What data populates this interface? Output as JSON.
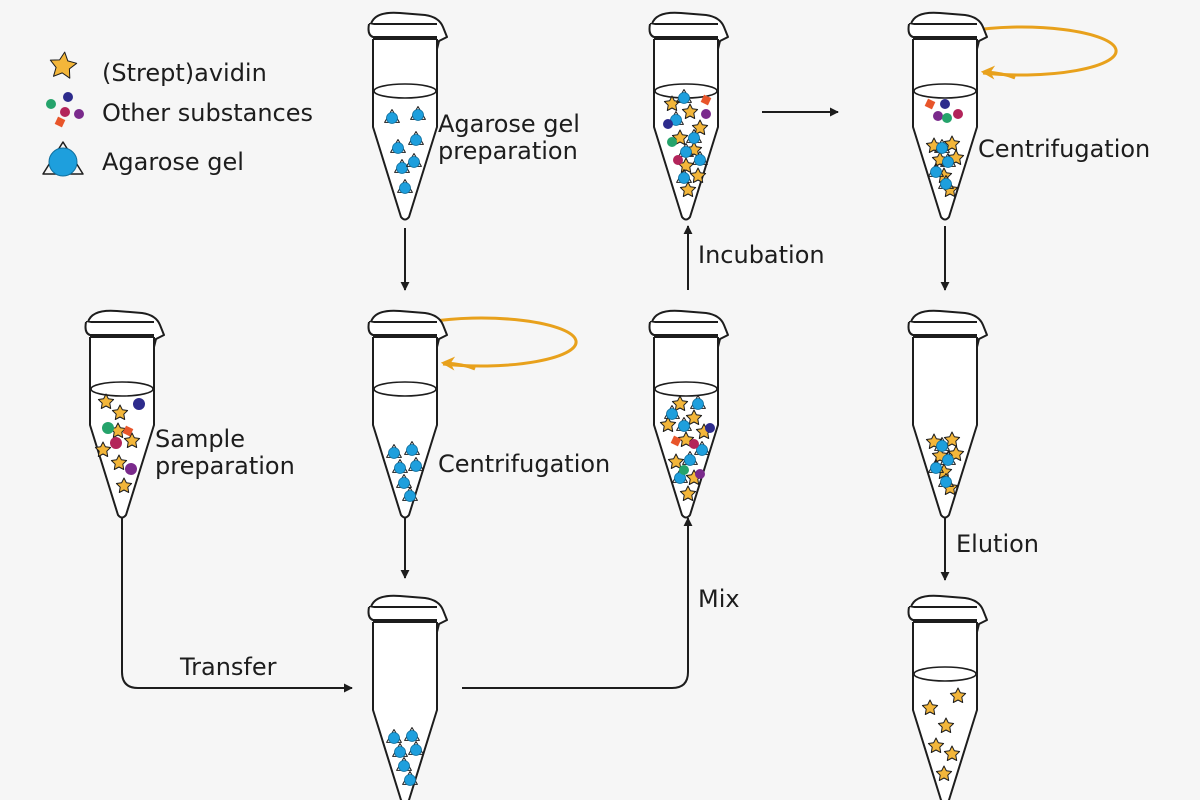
{
  "legend": {
    "streptavidin": "(Strept)avidin",
    "other_substances": "Other substances",
    "agarose_gel": "Agarose gel"
  },
  "labels": {
    "agarose_gel_preparation": [
      "Agarose gel",
      "preparation"
    ],
    "sample_preparation": [
      "Sample",
      "preparation"
    ],
    "centrifugation_1": "Centrifugation",
    "centrifugation_2": "Centrifugation",
    "transfer": "Transfer",
    "mix": "Mix",
    "incubation": "Incubation",
    "elution": "Elution"
  },
  "colors": {
    "background": "#f6f6f6",
    "outline": "#1d1d1d",
    "streptavidin": "#f3b63a",
    "agarose_gel": "#1e9fdd",
    "spin_arrow": "#e8a11c",
    "other_substances": [
      "#2d2b8c",
      "#7a2a8c",
      "#b3245a",
      "#e8552a",
      "#25a36b"
    ]
  },
  "icons": {
    "streptavidin": "star-icon",
    "agarose_gel": "agarose-bead-icon",
    "spin": "circular-arrow-icon",
    "tube": "microcentrifuge-tube-icon"
  }
}
